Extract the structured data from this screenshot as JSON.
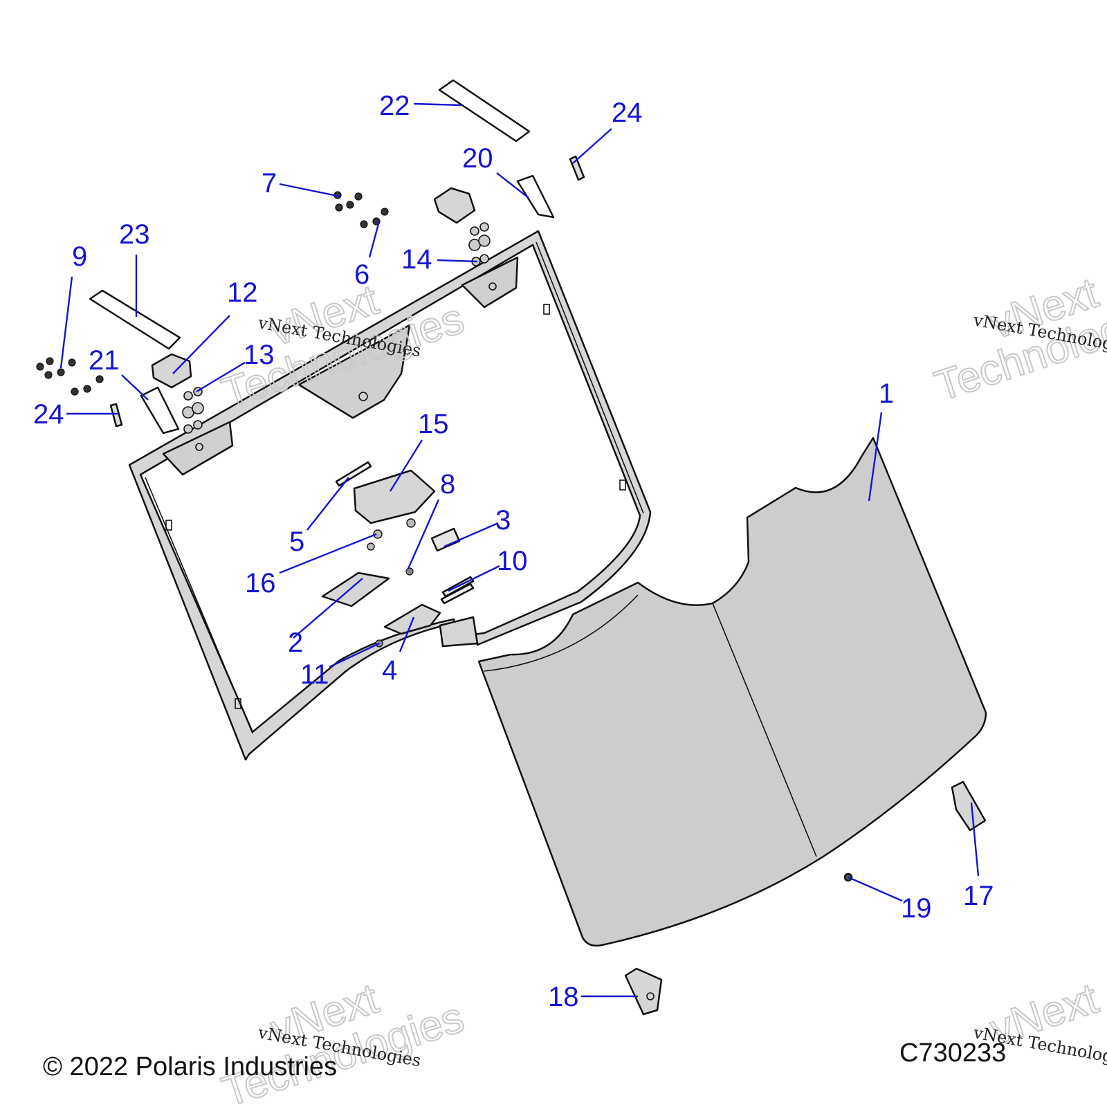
{
  "diagram": {
    "figure_id": "C730233",
    "copyright": "© 2022 Polaris Industries",
    "watermark": {
      "line_small": "vNext Technologies",
      "line_big_1": "vNext",
      "line_big_2": "Technologies"
    },
    "callouts": {
      "c1": "1",
      "c2": "2",
      "c3": "3",
      "c4": "4",
      "c5": "5",
      "c6": "6",
      "c7": "7",
      "c8": "8",
      "c9": "9",
      "c10": "10",
      "c11": "11",
      "c12": "12",
      "c13": "13",
      "c14": "14",
      "c15": "15",
      "c16": "16",
      "c17": "17",
      "c18": "18",
      "c19": "19",
      "c20": "20",
      "c21": "21",
      "c22": "22",
      "c23": "23",
      "c24a": "24",
      "c24b": "24"
    },
    "colors": {
      "callout": "#1414d2",
      "panel_fill": "#cdcdcd",
      "part_fill": "#d6d6d6",
      "line": "#111111"
    }
  }
}
